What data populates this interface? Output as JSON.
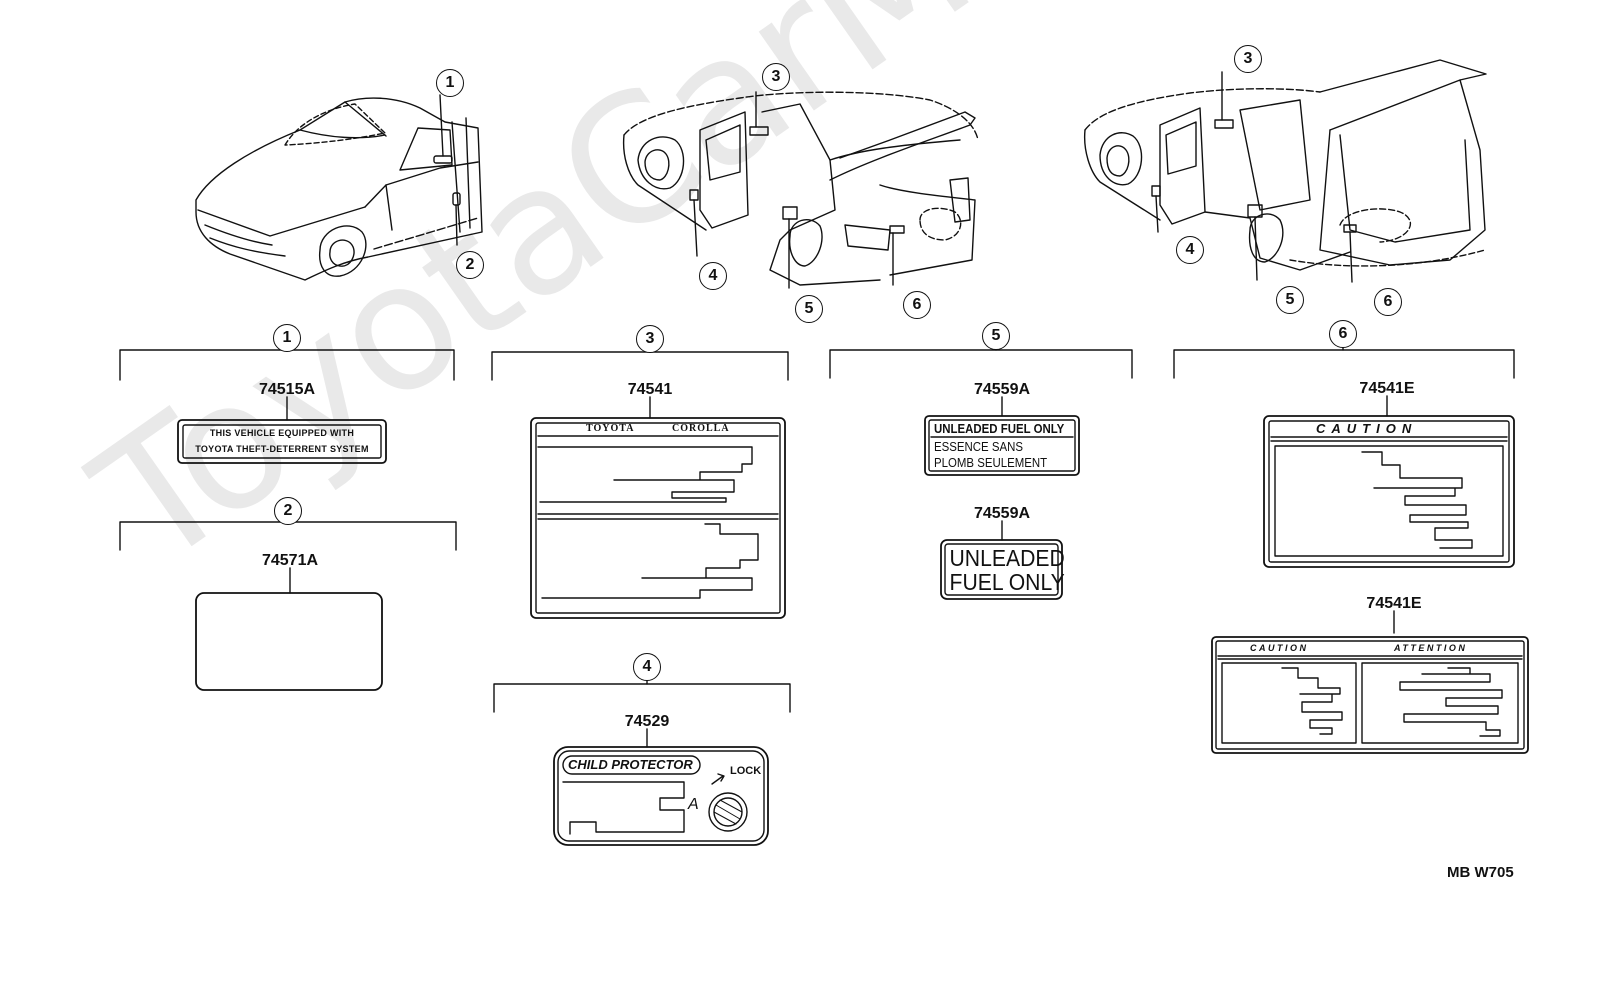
{
  "watermark": "ToyotaCarMine.ru",
  "diagram_code": "MB W705",
  "callouts": {
    "c1": "1",
    "c2": "2",
    "c3": "3",
    "c4": "4",
    "c5": "5",
    "c6": "6"
  },
  "parts": {
    "p1": "74515A",
    "p2": "74571A",
    "p3": "74541",
    "p4": "74529",
    "p5a": "74559A",
    "p5b": "74559A",
    "p6a": "74541E",
    "p6b": "74541E"
  },
  "labels": {
    "theft_line1": "THIS VEHICLE EQUIPPED WITH",
    "theft_line2": "TOYOTA THEFT-DETERRENT SYSTEM",
    "toyota": "TOYOTA",
    "corolla": "COROLLA",
    "fuel_line1": "UNLEADED FUEL ONLY",
    "fuel_line2": "ESSENCE  SANS",
    "fuel_line3": "PLOMB  SEULEMENT",
    "fuel_big1": "UNLEADED",
    "fuel_big2": "FUEL ONLY",
    "caution": "CAUTION",
    "caution2": "CAUTION",
    "attention": "ATTENTION",
    "child_protector": "CHILD PROTECTOR",
    "lock": "LOCK",
    "a_mark": "A"
  }
}
